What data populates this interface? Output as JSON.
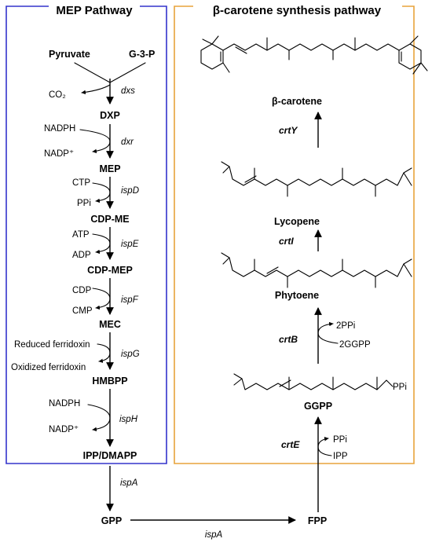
{
  "mep": {
    "title": "MEP Pathway",
    "border_color": "#3333cc",
    "substrates": [
      "Pyruvate",
      "G-3-P"
    ],
    "steps": [
      {
        "product": "DXP",
        "enzyme": "dxs",
        "side_in": "",
        "side_out": "CO₂"
      },
      {
        "product": "MEP",
        "enzyme": "dxr",
        "side_in": "NADPH",
        "side_out": "NADP⁺"
      },
      {
        "product": "CDP-ME",
        "enzyme": "ispD",
        "side_in": "CTP",
        "side_out": "PPi"
      },
      {
        "product": "CDP-MEP",
        "enzyme": "ispE",
        "side_in": "ATP",
        "side_out": "ADP"
      },
      {
        "product": "MEC",
        "enzyme": "ispF",
        "side_in": "CDP",
        "side_out": "CMP"
      },
      {
        "product": "HMBPP",
        "enzyme": "ispG",
        "side_in": "Reduced ferridoxin",
        "side_out": "Oxidized ferridoxin"
      },
      {
        "product": "IPP/DMAPP",
        "enzyme": "ispH",
        "side_in": "NADPH",
        "side_out": "NADP⁺"
      }
    ]
  },
  "carotene": {
    "title": "β-carotene synthesis pathway",
    "border_color": "#e8a33c",
    "compounds": {
      "beta_carotene": "β-carotene",
      "lycopene": "Lycopene",
      "phytoene": "Phytoene",
      "ggpp": "GGPP",
      "ppi_label": "PPi"
    },
    "enzymes": {
      "crtY": "crtY",
      "crtI": "crtI",
      "crtB": "crtB",
      "crtE": "crtE"
    },
    "crtB_side": {
      "out": "2PPi",
      "in": "2GGPP"
    },
    "crtE_side": {
      "out": "PPi",
      "in": "IPP"
    }
  },
  "bottom": {
    "enzyme1": "ispA",
    "gpp": "GPP",
    "fpp": "FPP",
    "enzyme2": "ispA"
  }
}
